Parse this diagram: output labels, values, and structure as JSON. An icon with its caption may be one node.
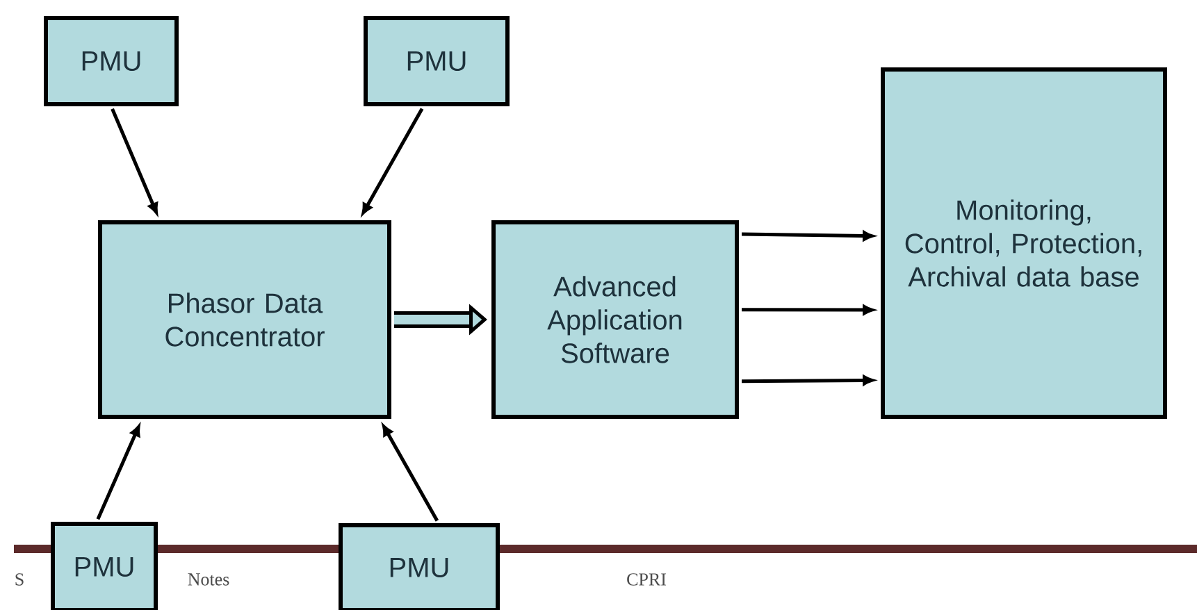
{
  "diagram": {
    "nodes": [
      {
        "text": [
          "PMU"
        ]
      },
      {
        "text": [
          "PMU"
        ]
      },
      {
        "text": [
          "Phasor Data Concentrator"
        ]
      },
      {
        "text": [
          "Advanced Application Software"
        ]
      },
      {
        "text": [
          "Monitoring, Control, Protection, Archival data base"
        ]
      },
      {
        "text": [
          "PMU"
        ]
      },
      {
        "text": [
          "PMU"
        ]
      }
    ],
    "edges": [
      {
        "from": 0,
        "to": 2,
        "arrow": "to"
      },
      {
        "from": 1,
        "to": 2,
        "arrow": "to"
      },
      {
        "from": 5,
        "to": 2,
        "arrow": "to"
      },
      {
        "from": 6,
        "to": 2,
        "arrow": "to"
      },
      {
        "from": 2,
        "to": 3,
        "arrow": "to",
        "style": "thick"
      },
      {
        "from": 3,
        "to": 4,
        "arrow": "to"
      },
      {
        "from": 3,
        "to": 4,
        "arrow": "to"
      },
      {
        "from": 3,
        "to": 4,
        "arrow": "to"
      }
    ],
    "labels": [
      "S",
      "Notes",
      "CPRI"
    ]
  }
}
